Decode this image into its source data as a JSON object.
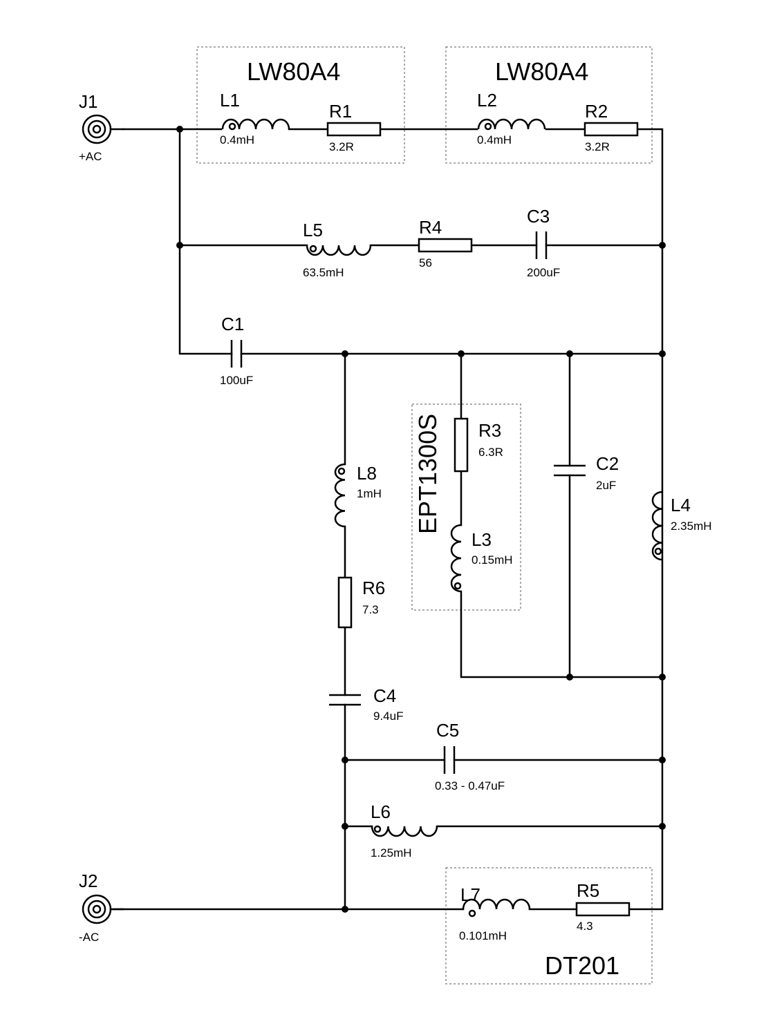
{
  "connectors": {
    "j1": {
      "ref": "J1",
      "label": "+AC"
    },
    "j2": {
      "ref": "J2",
      "label": "-AC"
    }
  },
  "modules": {
    "woofer_1": "LW80A4",
    "woofer_2": "LW80A4",
    "tweeter": "EPT1300S",
    "driver": "DT201"
  },
  "components": {
    "L1": {
      "ref": "L1",
      "value": "0.4mH"
    },
    "R1": {
      "ref": "R1",
      "value": "3.2R"
    },
    "L2": {
      "ref": "L2",
      "value": "0.4mH"
    },
    "R2": {
      "ref": "R2",
      "value": "3.2R"
    },
    "L5": {
      "ref": "L5",
      "value": "63.5mH"
    },
    "R4": {
      "ref": "R4",
      "value": "56"
    },
    "C3": {
      "ref": "C3",
      "value": "200uF"
    },
    "C1": {
      "ref": "C1",
      "value": "100uF"
    },
    "L8": {
      "ref": "L8",
      "value": "1mH"
    },
    "R3": {
      "ref": "R3",
      "value": "6.3R"
    },
    "L3": {
      "ref": "L3",
      "value": "0.15mH"
    },
    "C2": {
      "ref": "C2",
      "value": "2uF"
    },
    "L4": {
      "ref": "L4",
      "value": "2.35mH"
    },
    "R6": {
      "ref": "R6",
      "value": "7.3"
    },
    "C4": {
      "ref": "C4",
      "value": "9.4uF"
    },
    "C5": {
      "ref": "C5",
      "value": "0.33 - 0.47uF"
    },
    "L6": {
      "ref": "L6",
      "value": "1.25mH"
    },
    "L7": {
      "ref": "L7",
      "value": "0.101mH"
    },
    "R5": {
      "ref": "R5",
      "value": "4.3"
    }
  }
}
